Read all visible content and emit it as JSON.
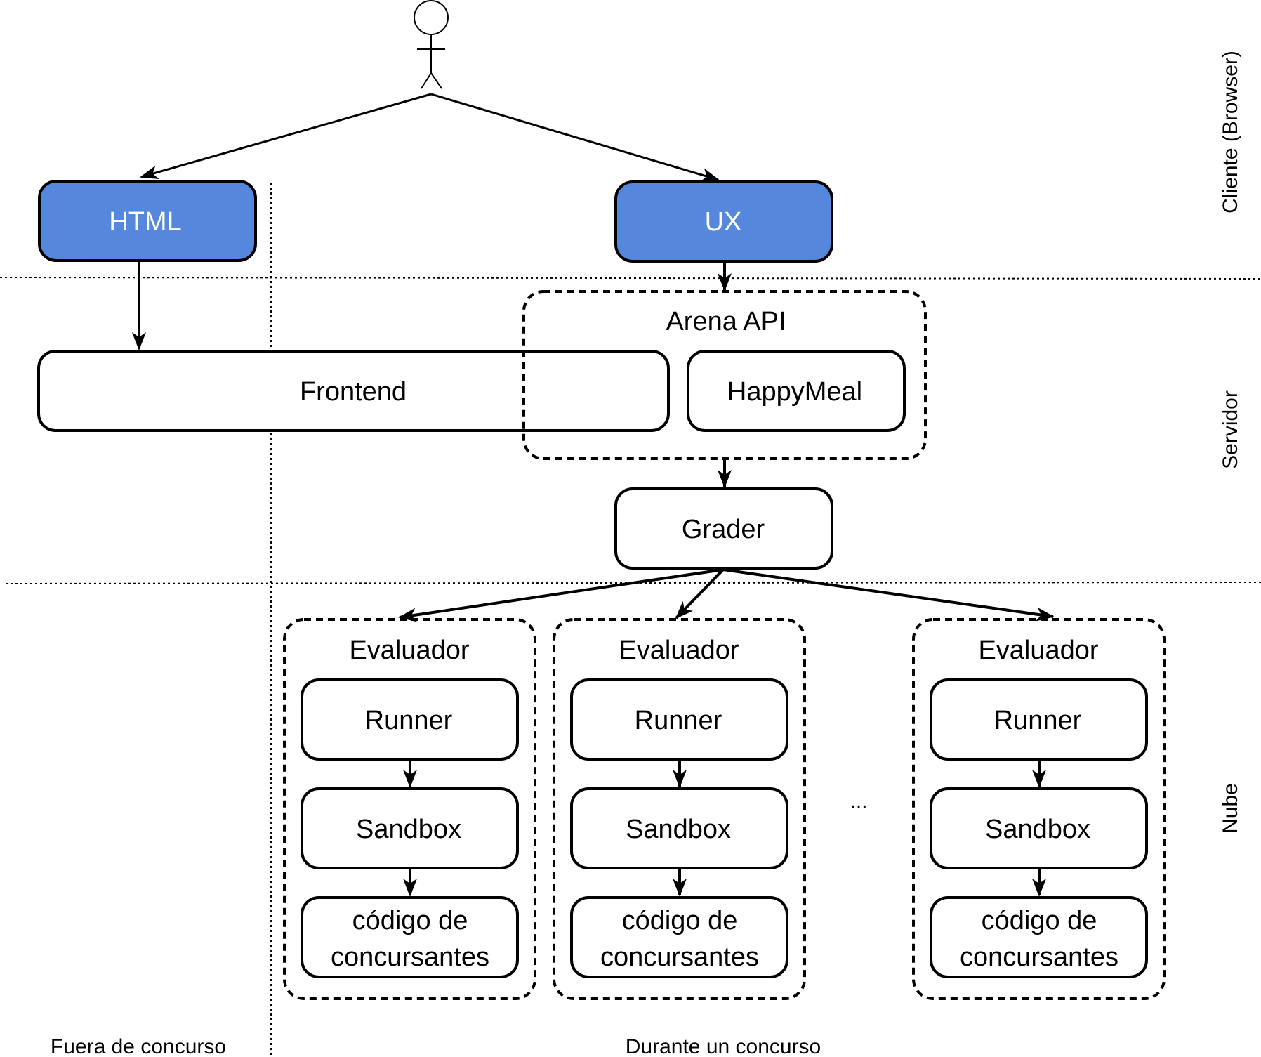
{
  "zones": {
    "client": "Cliente (Browser)",
    "server": "Servidor",
    "cloud": "Nube"
  },
  "phases": {
    "outside": "Fuera de concurso",
    "during": "Durante un concurso"
  },
  "client": {
    "html": "HTML",
    "ux": "UX"
  },
  "server": {
    "frontend": "Frontend",
    "arena_api": "Arena API",
    "happymeal": "HappyMeal",
    "grader": "Grader"
  },
  "evaluators": [
    {
      "title": "Evaluador",
      "runner": "Runner",
      "sandbox": "Sandbox",
      "code_line1": "código de",
      "code_line2": "concursantes"
    },
    {
      "title": "Evaluador",
      "runner": "Runner",
      "sandbox": "Sandbox",
      "code_line1": "código de",
      "code_line2": "concursantes"
    },
    {
      "title": "Evaluador",
      "runner": "Runner",
      "sandbox": "Sandbox",
      "code_line1": "código de",
      "code_line2": "concursantes"
    }
  ],
  "ellipsis": "...",
  "colors": {
    "client_box": "#5588dd",
    "client_text": "#ffffff",
    "stroke": "#000000"
  }
}
